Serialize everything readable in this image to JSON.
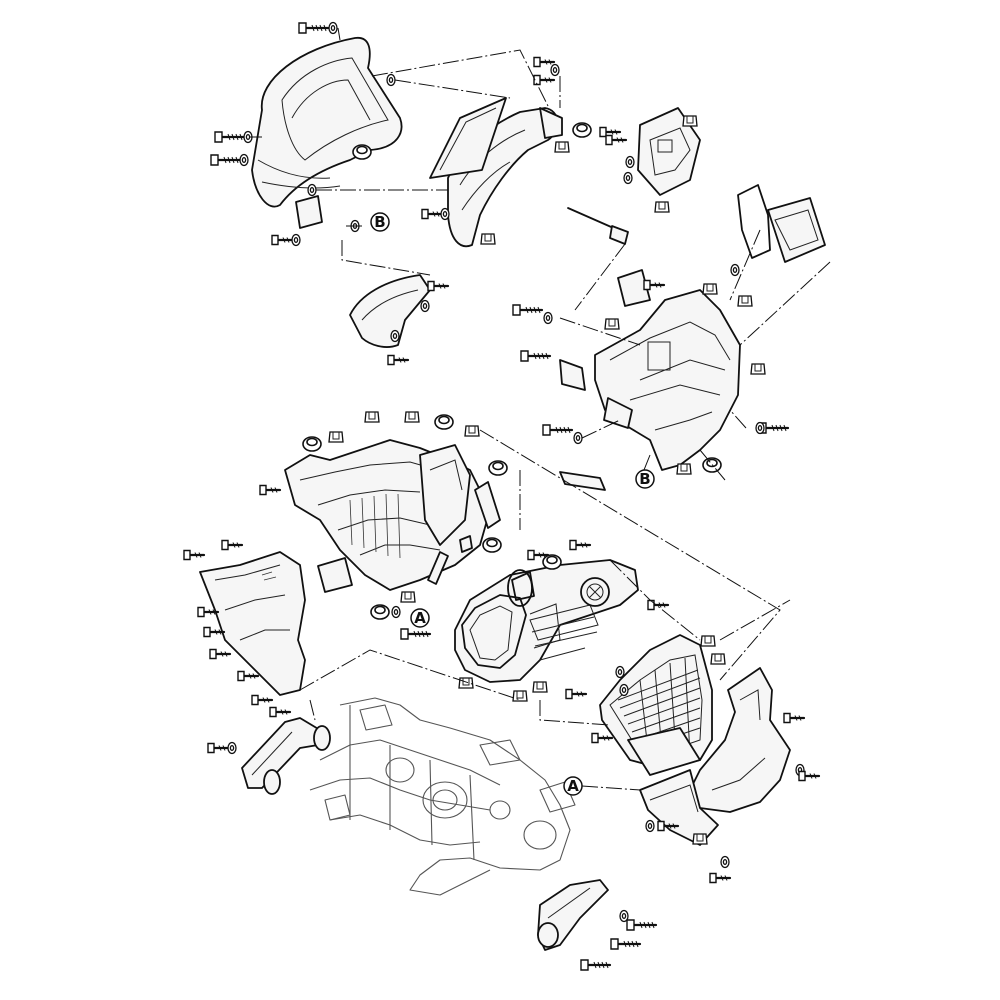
{
  "diagram": {
    "reference_labels": [
      {
        "id": "ref-b-upper",
        "text": "B"
      },
      {
        "id": "ref-b-lower",
        "text": "B"
      },
      {
        "id": "ref-a-upper",
        "text": "A"
      },
      {
        "id": "ref-a-lower",
        "text": "A"
      }
    ]
  },
  "style": {
    "line_color": "#111111",
    "background_color": "#ffffff"
  }
}
